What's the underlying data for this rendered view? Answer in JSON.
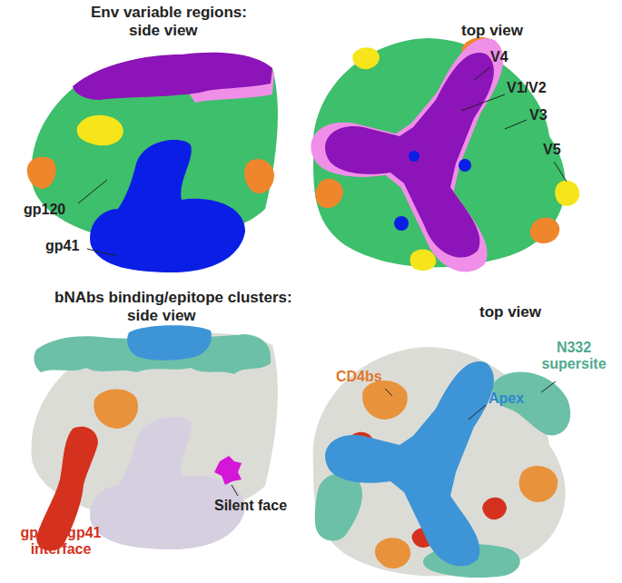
{
  "diagram": {
    "labels": [
      "Env variable regions:",
      "side view",
      "top view",
      "V4",
      "V1/V2",
      "V3",
      "V5",
      "gp120",
      "gp41",
      "bNAbs binding/epitope clusters:",
      "side view",
      "top view",
      "CD4bs",
      "N332 supersite",
      "Apex",
      "Silent face",
      "gp120-gp41 interface"
    ]
  }
}
